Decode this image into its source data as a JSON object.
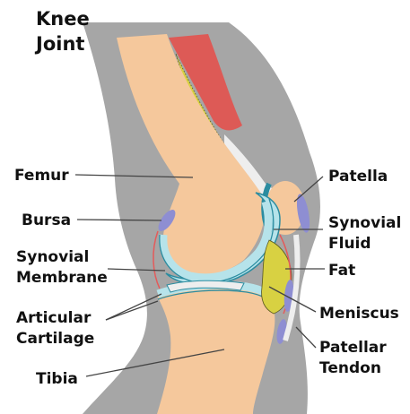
{
  "title": [
    "Knee",
    "Joint"
  ],
  "labels": {
    "femur": [
      "Femur"
    ],
    "bursa": [
      "Bursa"
    ],
    "synovial_membrane": [
      "Synovial",
      "Membrane"
    ],
    "articular_cartilage": [
      "Articular",
      "Cartilage"
    ],
    "tibia": [
      "Tibia"
    ],
    "patella": [
      "Patella"
    ],
    "synovial_fluid": [
      "Synovial",
      "Fluid"
    ],
    "fat": [
      "Fat"
    ],
    "meniscus": [
      "Meniscus"
    ],
    "patellar_tendon": [
      "Patellar",
      "Tendon"
    ]
  },
  "colors": {
    "skin": "#a6a6a6",
    "bone": "#f5c89c",
    "cartilage": "#b6e3ea",
    "cartilage_outline": "#2b8ca0",
    "fat": "#d8d142",
    "muscle": "#dd5a56",
    "bursa": "#8e8ed2",
    "membrane": "#e45a5a"
  }
}
